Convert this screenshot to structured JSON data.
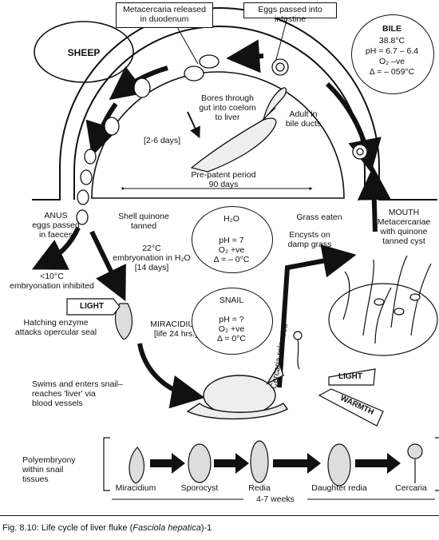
{
  "labels": {
    "sheep": "SHEEP",
    "metacercaria_duodenum": "Metacercaria released\nin duodenum",
    "eggs_intestine": "Eggs passed into intestine",
    "bile_title": "BILE",
    "bile_temp": "38.8°C",
    "bile_ph": "pH = 6.7 – 6.4",
    "bile_o2": "O₂ –ve",
    "bile_delta": "Δ = – 059°C",
    "bores": "Bores through\ngut into coelom\nto liver",
    "adult": "Adult in\nbile ducts",
    "days_2_6": "[2-6 days]",
    "prepatent": "Pre-patent period\n90 days",
    "anus": "ANUS\neggs passed\nin faeces",
    "shell": "Shell quinone\ntanned",
    "grass_eaten": "Grass eaten",
    "mouth": "MOUTH\nMetacercariae\nwith quinone\ntanned cyst",
    "h2o_title": "H₂O",
    "h2o_ph": "pH = 7",
    "h2o_o2": "O₂ +ve",
    "h2o_delta": "Δ = – 0°C",
    "embryonation_22": "22°C\nembryonation in H₂O\n[14 days]",
    "encysts": "Encysts on\ndamp grass",
    "lt10": "<10°C\nembryonation inhibited",
    "light1": "LIGHT",
    "hatching": "Hatching enzyme\nattacks opercular seal",
    "miracidium_label": "MIRACIDIUM\n[life 24 hrs.]",
    "snail_title": "SNAIL",
    "snail_ph": "pH = ?",
    "snail_o2": "O₂ +ve",
    "snail_delta": "Δ = 0°C",
    "cercaria_released": "Cercaria released",
    "light2": "LIGHT",
    "warmth": "WARMTH",
    "swims": "Swims and enters snail–\nreaches 'liver' via\nblood vessels",
    "polyembryony": "Polyembryony\nwithin snail\ntissues",
    "stage1": "Miracidium",
    "stage2": "Sporocyst",
    "stage3": "Redia",
    "stage4": "Daughter redia",
    "stage5": "Cercaria",
    "weeks": "4-7 weeks",
    "caption_prefix": "Fig. 8.10: Life cycle of liver fluke (",
    "caption_species": "Fasciola hepatica",
    "caption_suffix": ")-1"
  }
}
